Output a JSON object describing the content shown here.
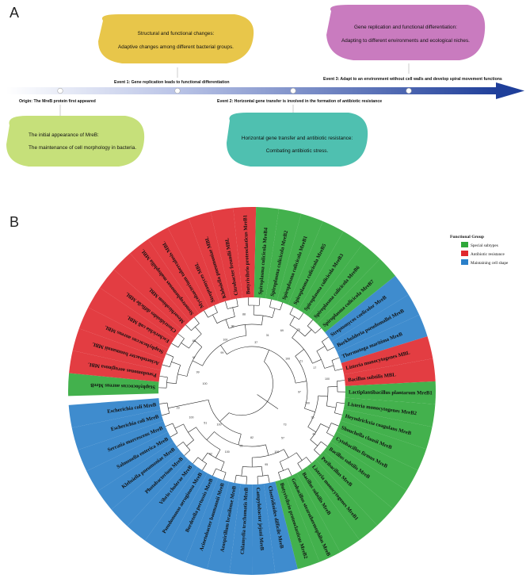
{
  "panel_a": {
    "label": "A",
    "origin_text": "Origin: The MreB protein first appeared",
    "event1": "Event 1: Gene replication leads to functional differentiation",
    "event2": "Event 2: Horizontal gene transfer is involved in the formation of antibiotic resistance",
    "event3": "Event 3: Adapt to an environment without cell walls and develop spiral movement functions",
    "bubbles": {
      "initial": {
        "line1": "The initial appearance of MreB:",
        "line2": "The maintenance of cell morphology in bacteria.",
        "color": "#c6e07a"
      },
      "structural": {
        "line1": "Structural and functional changes:",
        "line2": "Adaptive changes among different bacterial groups.",
        "color": "#e8c64a"
      },
      "hgt": {
        "line1": "Horizontal gene transfer and antibiotic resistance:",
        "line2": "Combating antibiotic stress.",
        "color": "#4fc0b0"
      },
      "replication": {
        "line1": "Gene replication and functional differentiation:",
        "line2": "Adapting to different environments and ecological niches.",
        "color": "#c97bbf"
      }
    },
    "arrow_color": "#1f3f9a"
  },
  "panel_b": {
    "label": "B",
    "legend": {
      "title": "Functional Group",
      "items": [
        {
          "label": "Special subtypes",
          "color": "#2fa83a"
        },
        {
          "label": "Antibiotic resistance",
          "color": "#e0282e"
        },
        {
          "label": "Maintaining cell shape",
          "color": "#2a7fc9"
        }
      ]
    },
    "leaves": [
      {
        "name": "Staphylococcus aureus MreB",
        "group": "green"
      },
      {
        "name": "Pseudomonas aeruginosa MBL",
        "group": "red"
      },
      {
        "name": "Acinetobacter baumannii MBL",
        "group": "red"
      },
      {
        "name": "Staphylococcus aureus MBL",
        "group": "red"
      },
      {
        "name": "Escherichia coli MBL",
        "group": "red"
      },
      {
        "name": "Clostridioides difficile MBL",
        "group": "red"
      },
      {
        "name": "Mesorhizobium MBL",
        "group": "red"
      },
      {
        "name": "Stenotrophomonas maltophilia MBL",
        "group": "red"
      },
      {
        "name": "Mycobacterium tuberculosis MBL",
        "group": "red"
      },
      {
        "name": "Streptomyces MBL",
        "group": "red"
      },
      {
        "name": "Klebsiella pneumoniae MBL",
        "group": "red"
      },
      {
        "name": "Citrobacter freundii MBL",
        "group": "red"
      },
      {
        "name": "Butyrivibrio proteoclasticus MreB1",
        "group": "red"
      },
      {
        "name": "Spiroplasma culicicola MreB4",
        "group": "green"
      },
      {
        "name": "Spiroplasma culicicola MreB2",
        "group": "green"
      },
      {
        "name": "Spiroplasma culicicola MreB1",
        "group": "green"
      },
      {
        "name": "Spiroplasma culicicola MreB5",
        "group": "green"
      },
      {
        "name": "Spiroplasma culicicola MreB3",
        "group": "green"
      },
      {
        "name": "Spiroplasma culicicola MreB6",
        "group": "green"
      },
      {
        "name": "Spiroplasma culicicola MreB7",
        "group": "green"
      },
      {
        "name": "Streptomyces coelicolor MreB",
        "group": "blue"
      },
      {
        "name": "Burkholderia pseudomallei MreB",
        "group": "blue"
      },
      {
        "name": "Thermotoga maritima MreB",
        "group": "blue"
      },
      {
        "name": "Listeria monocytogenes MBL",
        "group": "red"
      },
      {
        "name": "Bacillus subtilis MBL",
        "group": "red"
      },
      {
        "name": "Lactiplantibacillus plantarum MreB1",
        "group": "green"
      },
      {
        "name": "Listeria monocytogenes MreB2",
        "group": "green"
      },
      {
        "name": "Heyndrickxia coagulans MreB",
        "group": "green"
      },
      {
        "name": "Shouchella clausii MreB",
        "group": "green"
      },
      {
        "name": "Cytobacillus firmus MreB",
        "group": "green"
      },
      {
        "name": "Bacillus subtilis MreB",
        "group": "green"
      },
      {
        "name": "Peribacillus MreB",
        "group": "green"
      },
      {
        "name": "Listeria monocytogenes MreB1",
        "group": "green"
      },
      {
        "name": "Bacillus subtilis MreB",
        "group": "green"
      },
      {
        "name": "Geobacillus stearothermophilus MreB",
        "group": "green"
      },
      {
        "name": "Butyrivibrio proteoclasticus MreB2",
        "group": "green"
      },
      {
        "name": "Clostridioides difficile MreB",
        "group": "blue"
      },
      {
        "name": "Campylobacter jejuni MreB",
        "group": "blue"
      },
      {
        "name": "Chlamydia trachomatis MreB",
        "group": "blue"
      },
      {
        "name": "Azospirillum brasilense MreB",
        "group": "blue"
      },
      {
        "name": "Acinetobacter baumannii MreB",
        "group": "blue"
      },
      {
        "name": "Bordetella pertussis MreB",
        "group": "blue"
      },
      {
        "name": "Pseudomonas aeruginosa MreB",
        "group": "blue"
      },
      {
        "name": "Vibrio cholerae MreB",
        "group": "blue"
      },
      {
        "name": "Photobacterium MreB",
        "group": "blue"
      },
      {
        "name": "Klebsiella pneumoniae MreB",
        "group": "blue"
      },
      {
        "name": "Salmonella enterica MreB",
        "group": "blue"
      },
      {
        "name": "Serratia marcescens MreB",
        "group": "blue"
      },
      {
        "name": "Escherichia coli MreB",
        "group": "blue"
      },
      {
        "name": "Escherichia coli MreB",
        "group": "blue"
      }
    ],
    "bootstrap_values": [
      "100",
      "99",
      "97",
      "85",
      "99",
      "100",
      "98",
      "88",
      "37",
      "31",
      "69",
      "75",
      "100",
      "21",
      "17",
      "100",
      "97",
      "100",
      "35",
      "44",
      "73",
      "57",
      "100",
      "95",
      "82",
      "98",
      "100",
      "92",
      "100",
      "51",
      "100",
      "23"
    ],
    "group_colors": {
      "green": "#2fa83a",
      "red": "#e0282e",
      "blue": "#2a7fc9"
    }
  }
}
